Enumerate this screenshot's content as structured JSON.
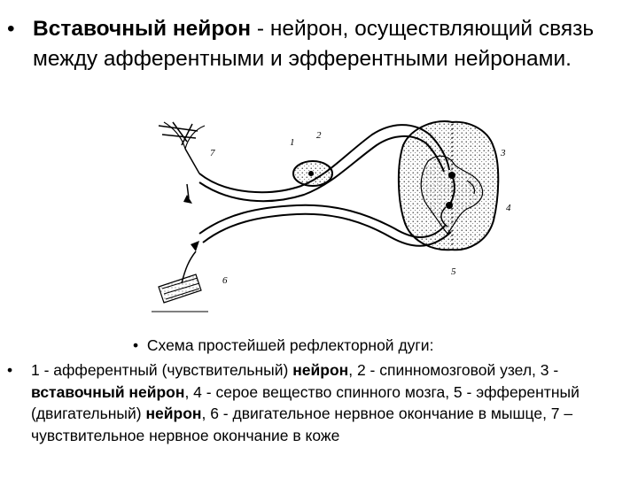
{
  "heading": {
    "bullet": "•",
    "term": "Вставочный нейрон",
    "definition": " - нейрон, осуществляющий связь между афферентными и эфферентными нейронами."
  },
  "figure_labels": [
    "1",
    "2",
    "3",
    "4",
    "5",
    "6",
    "7"
  ],
  "caption": {
    "title_bullet": "•",
    "title": "Схема простейшей рефлекторной дуги:",
    "bullet": "•",
    "parts": [
      {
        "text": "1 - афферентный (чувствительный) ",
        "bold": false
      },
      {
        "text": "нейрон",
        "bold": true
      },
      {
        "text": ", 2 - спинномозговой узел, 3 - ",
        "bold": false
      },
      {
        "text": "вставочный нейрон",
        "bold": true
      },
      {
        "text": ", 4 - серое вещество спинного мозга, 5 - эфферентный (двигательный) ",
        "bold": false
      },
      {
        "text": "нейрон",
        "bold": true
      },
      {
        "text": ", 6 - двигательное нервное окончание в мышце, 7 – чувствительное нервное окончание в коже",
        "bold": false
      }
    ]
  }
}
